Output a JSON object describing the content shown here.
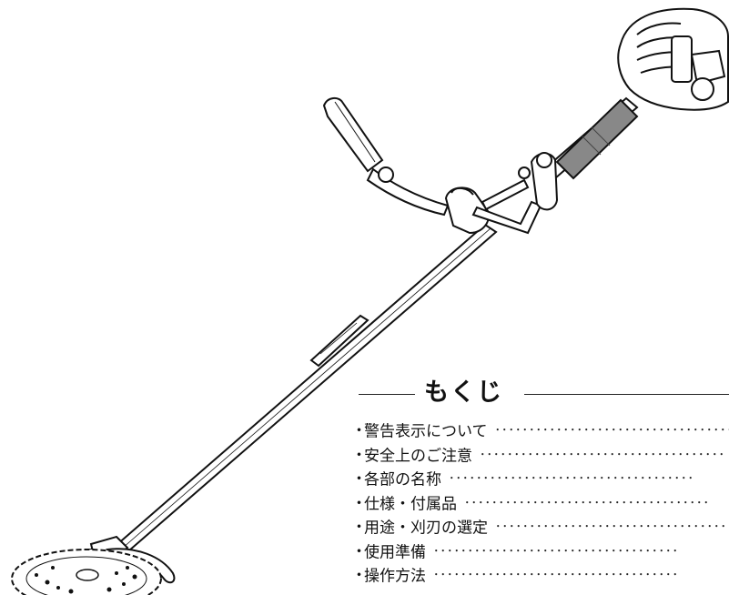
{
  "toc": {
    "title": "もくじ",
    "bullet": "・",
    "leader": "････････････････････････････････････",
    "items": [
      {
        "label": "警告表示について"
      },
      {
        "label": "安全上のご注意"
      },
      {
        "label": "各部の名称"
      },
      {
        "label": "仕様・付属品"
      },
      {
        "label": "用途・刈刃の選定"
      },
      {
        "label": "使用準備"
      },
      {
        "label": "操作方法"
      }
    ]
  },
  "illustration": {
    "subject": "brush-cutter-line-drawing"
  }
}
